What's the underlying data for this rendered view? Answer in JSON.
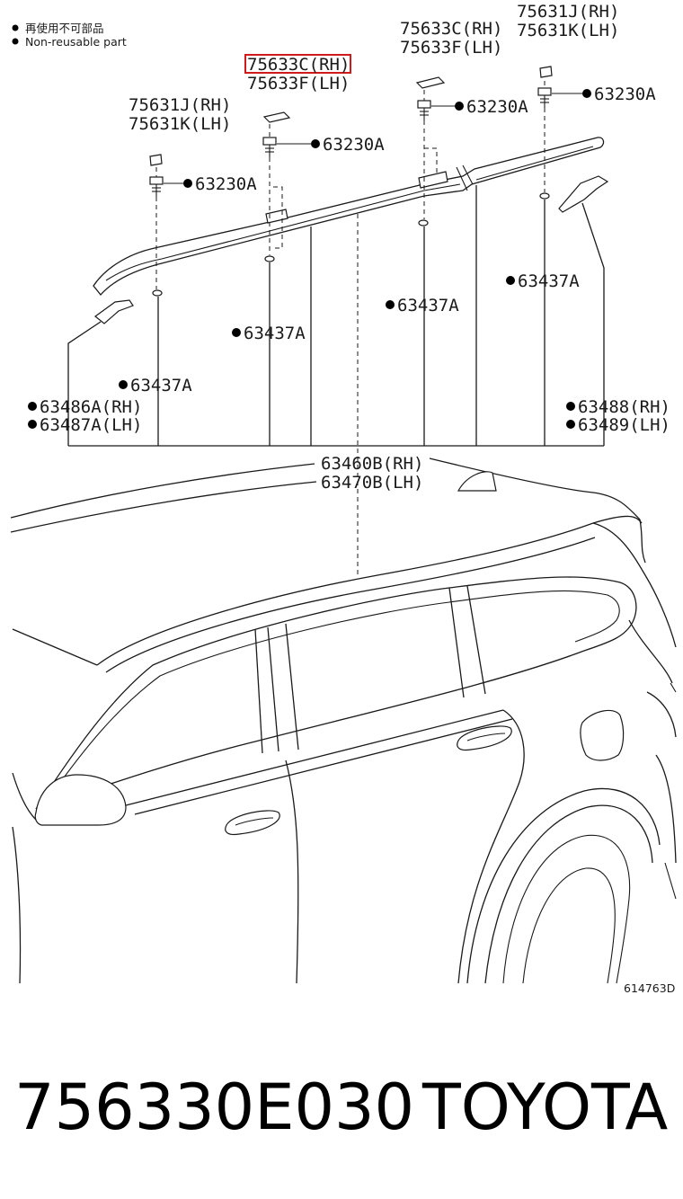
{
  "legend": {
    "line1": "再使用不可部品",
    "line2": "Non-reusable part"
  },
  "labels": {
    "clip_rh_top_right": "75631J(RH)",
    "clip_lh_top_right": "75631K(LH)",
    "cover_rh_top": "75633C(RH)",
    "cover_lh_top": "75633F(LH)",
    "cover_rh_highlight": "75633C(RH)",
    "cover_lh_mid": "75633F(LH)",
    "clip_rh_left": "75631J(RH)",
    "clip_lh_left": "75631K(LH)",
    "screw_right": "63230A",
    "screw_center": "63230A",
    "screw_mid": "63230A",
    "screw_left": "63230A",
    "gasket_right": "63437A",
    "gasket_center": "63437A",
    "gasket_mid": "63437A",
    "gasket_left": "63437A",
    "end_cover_front_rh": "63486A(RH)",
    "end_cover_front_lh": "63487A(LH)",
    "end_cover_rear_rh": "63488(RH)",
    "end_cover_rear_lh": "63489(LH)",
    "rail_rh": "63460B(RH)",
    "rail_lh": "63470B(LH)"
  },
  "figure_number": "614763D",
  "part_number": "756330E030",
  "brand": "TOYOTA",
  "colors": {
    "line": "#1a1a1a",
    "highlight": "#d11a1a",
    "background": "#ffffff"
  }
}
